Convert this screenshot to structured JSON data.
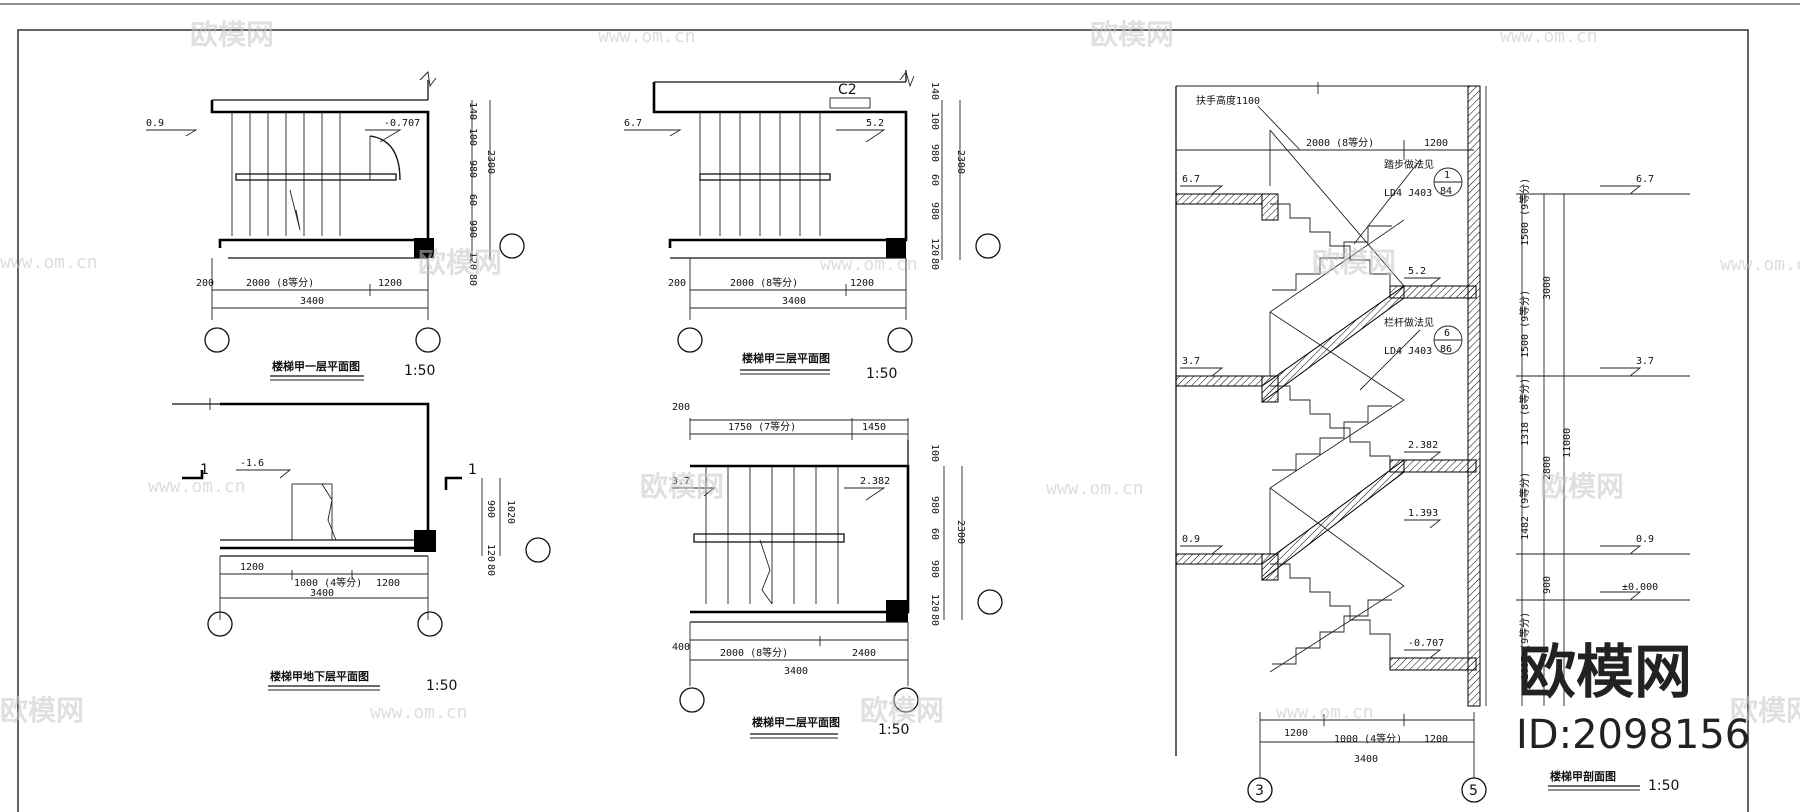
{
  "watermark": {
    "brand": "欧模网",
    "site": "www.om.cn",
    "id": "ID:2098156"
  },
  "plans": {
    "first": {
      "title": "楼梯甲一层平面图",
      "scale": "1:50",
      "lvl_left": "0.9",
      "lvl_right": "-0.707",
      "dims": [
        "2000 (8等分)",
        "1200",
        "3400",
        "200"
      ],
      "vdims": [
        "140",
        "100",
        "980",
        "60",
        "990",
        "120",
        "80",
        "2300"
      ]
    },
    "third": {
      "title": "楼梯甲三层平面图",
      "scale": "1:50",
      "lvl_left": "6.7",
      "lvl_right": "5.2",
      "window": "C2",
      "dims": [
        "2000 (8等分)",
        "1200",
        "3400",
        "200"
      ],
      "vdims": [
        "140",
        "100",
        "980",
        "60",
        "980",
        "120",
        "80",
        "2300"
      ]
    },
    "basement": {
      "title": "楼梯甲地下层平面图",
      "scale": "1:50",
      "lvl": "-1.6",
      "section": "1",
      "dims": [
        "1200",
        "1000 (4等分)",
        "1200",
        "3400"
      ],
      "vdims": [
        "900",
        "1020",
        "120",
        "80"
      ]
    },
    "second": {
      "title": "楼梯甲二层平面图",
      "scale": "1:50",
      "lvl_left": "3.7",
      "lvl_right": "2.382",
      "dims_top": [
        "200",
        "1750 (7等分)",
        "1450"
      ],
      "dims": [
        "400",
        "2000 (8等分)",
        "2400",
        "3400"
      ],
      "vdims": [
        "100",
        "980",
        "60",
        "980",
        "120",
        "80",
        "2300"
      ]
    }
  },
  "section": {
    "title": "楼梯甲剖面图",
    "scale": "1:50",
    "levels": [
      "6.7",
      "5.2",
      "3.7",
      "2.382",
      "1.393",
      "0.9",
      "-0.707",
      "±0.000"
    ],
    "notes": [
      "扶手高度1100",
      "踏步做法见",
      "LD4 J403",
      "1",
      "84",
      "栏杆做法见",
      "LD4 J403",
      "6",
      "86"
    ],
    "dims": [
      "2000 (8等分)",
      "1200",
      "1200",
      "1000 (4等分)",
      "1200",
      "3400"
    ],
    "vdims": [
      "1500 (9等分)",
      "3000",
      "1500 (9等分)",
      "1318 (8等分)",
      "2800",
      "1482 (9等分)",
      "11000",
      "900",
      "1607 (9等分)"
    ],
    "axes": [
      "3",
      "5"
    ]
  }
}
